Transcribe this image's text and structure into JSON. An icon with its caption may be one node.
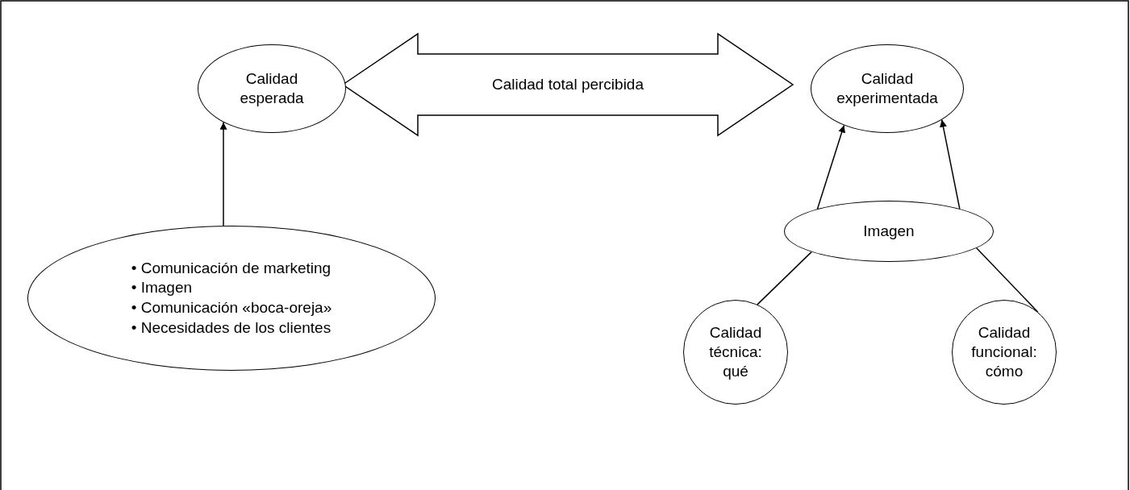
{
  "diagram": {
    "nodes": [
      {
        "text": [
          "Calidad esperada"
        ]
      },
      {
        "text": [
          "Calidad experimentada"
        ]
      },
      {
        "text": [
          "Imagen"
        ]
      },
      {
        "text": [
          "• Comunicación de marketing",
          "• Imagen",
          "• Comunicación «boca-oreja»",
          "• Necesidades de los clientes"
        ]
      },
      {
        "text": [
          "Calidad técnica: qué"
        ]
      },
      {
        "text": [
          "Calidad funcional: cómo"
        ]
      }
    ],
    "edges": [
      {
        "from": 0,
        "to": 1,
        "arrow": "both",
        "label": "Calidad total percibida",
        "style": "thick"
      },
      {
        "from": 3,
        "to": 0,
        "arrow": "to"
      },
      {
        "from": 2,
        "to": 1,
        "arrow": "to"
      },
      {
        "from": 2,
        "to": 1,
        "arrow": "to"
      },
      {
        "from": 4,
        "to": 2,
        "arrow": "none"
      },
      {
        "from": 5,
        "to": 2,
        "arrow": "none"
      }
    ]
  }
}
